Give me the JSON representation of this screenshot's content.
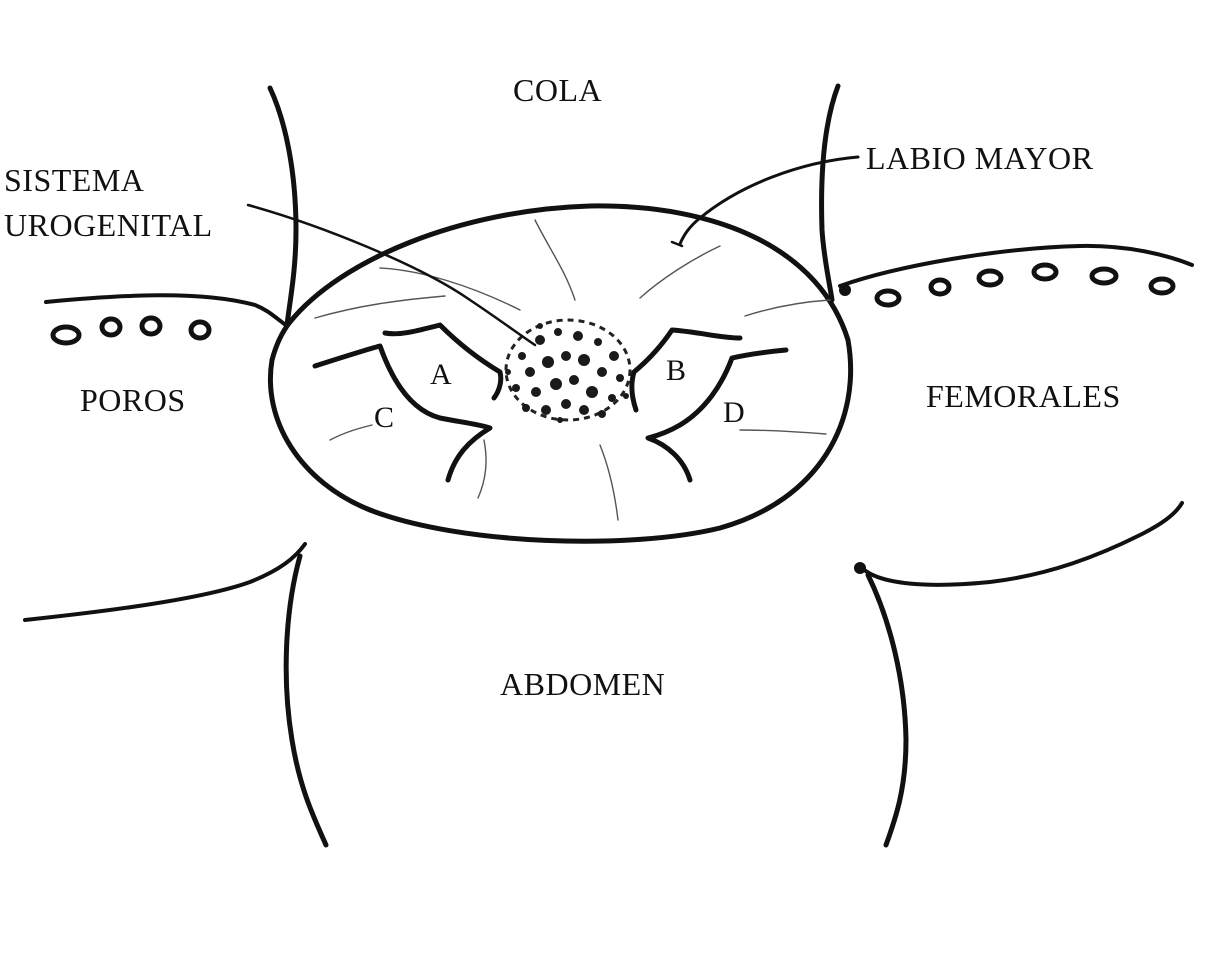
{
  "labels": {
    "tail": "COLA",
    "labia": "LABIO MAYOR",
    "urogenital_line1": "SISTEMA",
    "urogenital_line2": "UROGENITAL",
    "pores": "POROS",
    "femoral": "FEMORALES",
    "abdomen": "ABDOMEN",
    "a": "A",
    "b": "B",
    "c": "C",
    "d": "D"
  },
  "colors": {
    "ink": "#111111",
    "background": "#ffffff"
  }
}
